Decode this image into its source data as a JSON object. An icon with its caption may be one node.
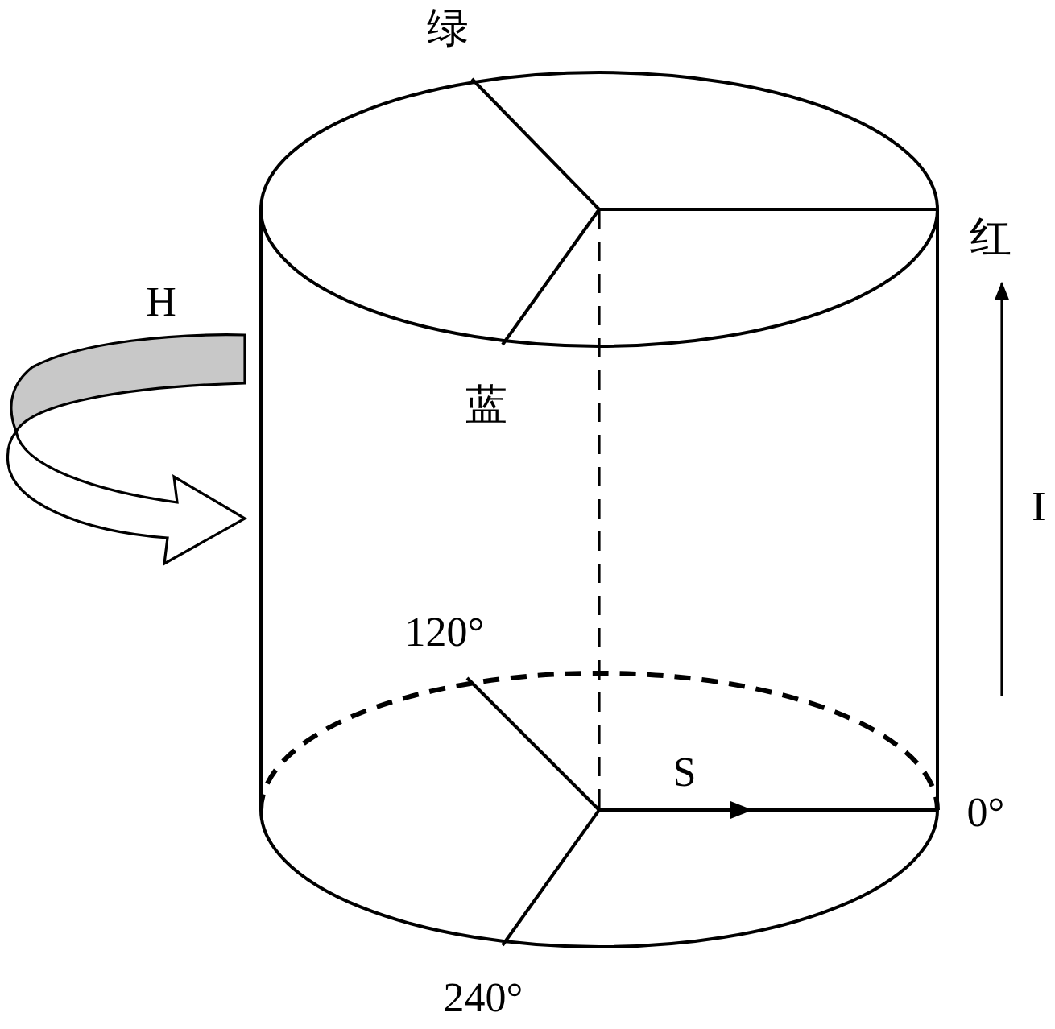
{
  "diagram": {
    "labels": [
      "绿",
      "红",
      "H",
      "蓝",
      "I",
      "120°",
      "S",
      "0°",
      "240°"
    ]
  }
}
